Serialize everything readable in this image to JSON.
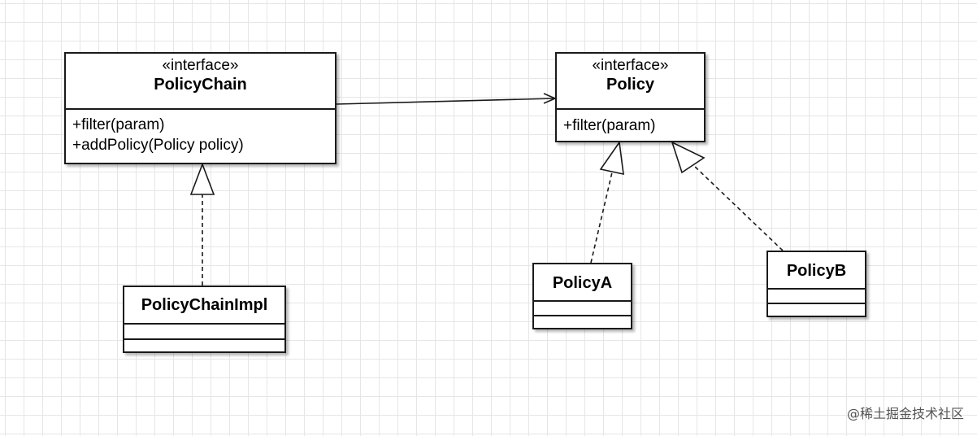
{
  "diagram": {
    "classes": [
      {
        "id": "policy-chain",
        "stereotype": "«interface»",
        "name": "PolicyChain",
        "operations": [
          "+filter(param)",
          "+addPolicy(Policy policy)"
        ]
      },
      {
        "id": "policy",
        "stereotype": "«interface»",
        "name": "Policy",
        "operations": [
          "+filter(param)"
        ]
      },
      {
        "id": "policy-chain-impl",
        "name": "PolicyChainImpl"
      },
      {
        "id": "policy-a",
        "name": "PolicyA"
      },
      {
        "id": "policy-b",
        "name": "PolicyB"
      }
    ],
    "relations": [
      {
        "type": "association",
        "from": "PolicyChain",
        "to": "Policy"
      },
      {
        "type": "realization",
        "from": "PolicyChainImpl",
        "to": "PolicyChain"
      },
      {
        "type": "realization",
        "from": "PolicyA",
        "to": "Policy"
      },
      {
        "type": "realization",
        "from": "PolicyB",
        "to": "Policy"
      }
    ]
  },
  "watermark": "@稀土掘金技术社区"
}
